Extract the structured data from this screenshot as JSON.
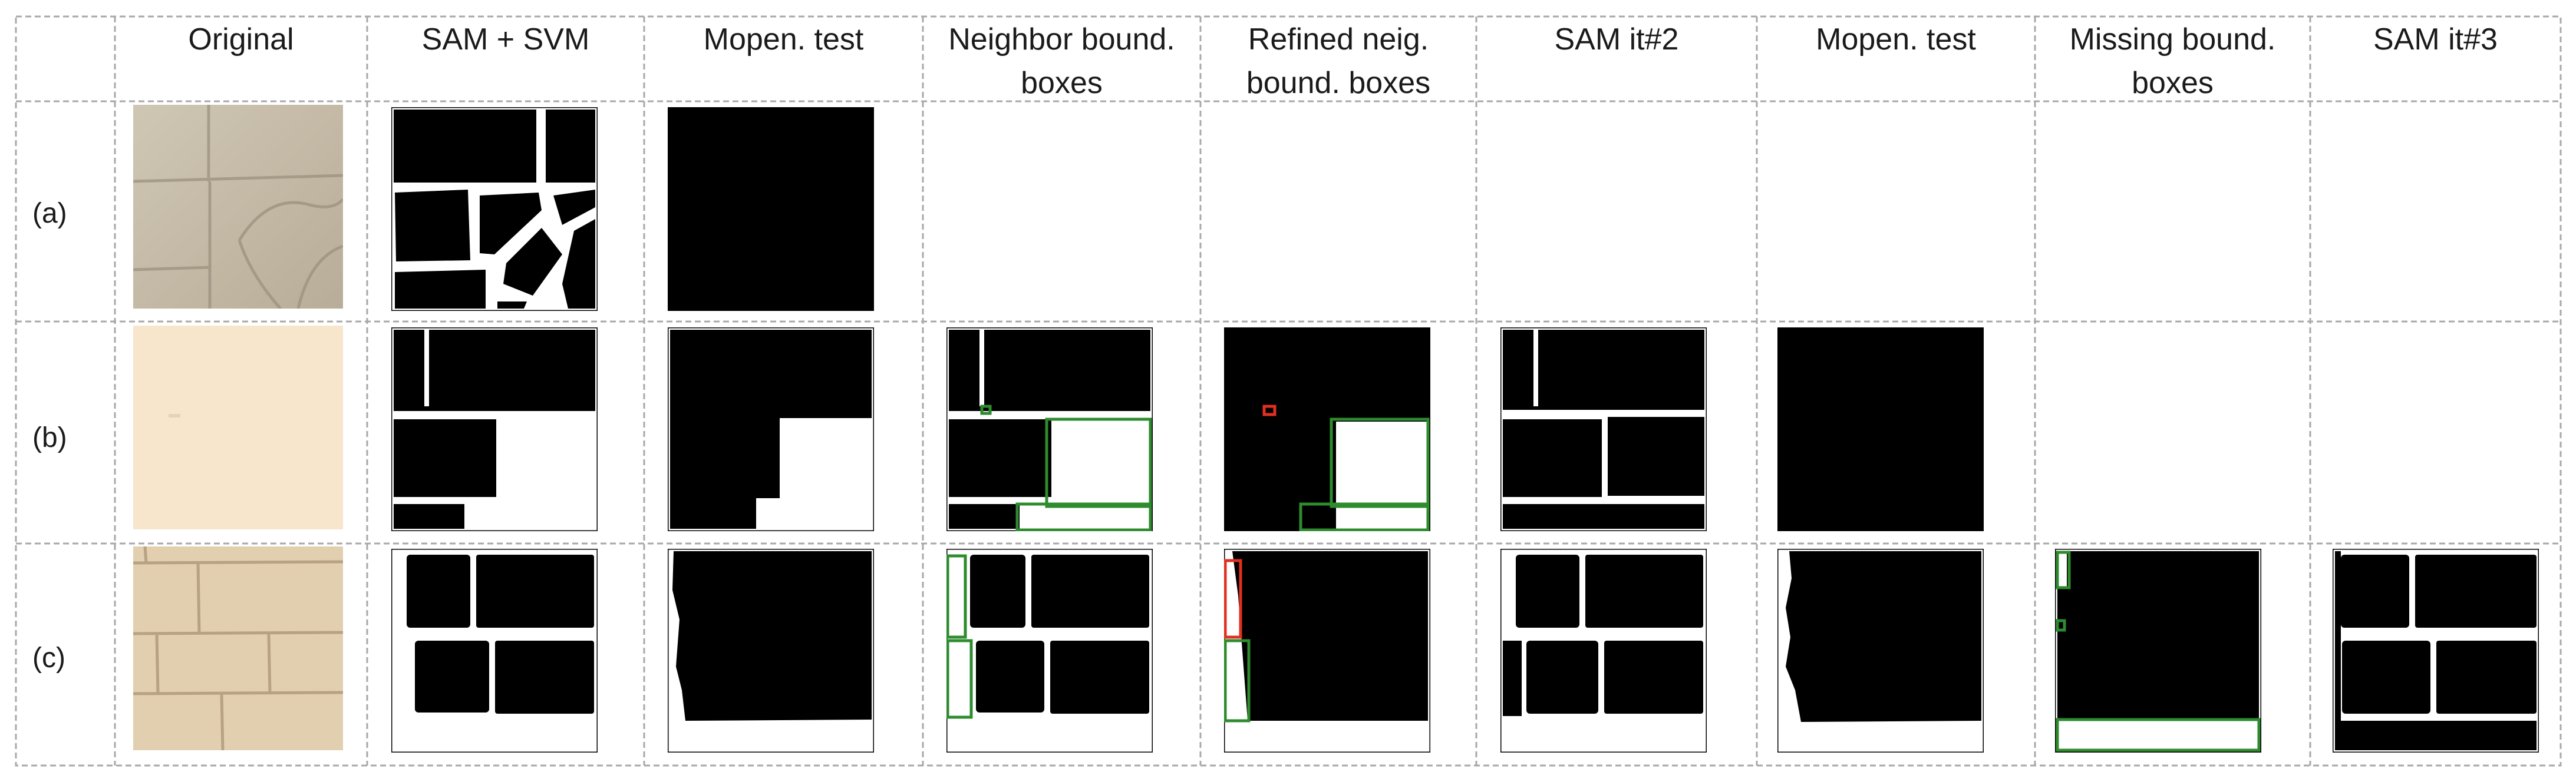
{
  "headers": {
    "original": "Original",
    "sam_svm": "SAM + SVM",
    "mopen_test_1": "Mopen. test",
    "neighbor_boxes": "Neighbor bound. boxes",
    "refined_boxes": "Refined neig. bound. boxes",
    "sam_it2": "SAM it#2",
    "mopen_test_2": "Mopen. test",
    "missing_boxes": "Missing bound. boxes",
    "sam_it3": "SAM it#3"
  },
  "rows": {
    "a": "(a)",
    "b": "(b)",
    "c": "(c)"
  },
  "colors": {
    "mask_black": "#000000",
    "mask_white": "#ffffff",
    "box_green": "#2e8b2e",
    "box_red": "#e03020",
    "border_gray": "#a8a8a8"
  },
  "icons": {}
}
